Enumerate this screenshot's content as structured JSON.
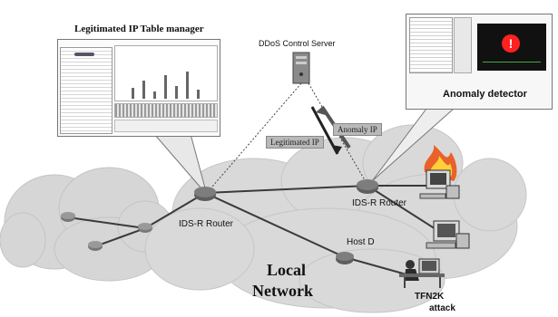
{
  "labels": {
    "table_manager_title": "Legitimated IP Table manager",
    "control_server": "DDoS Control Server",
    "anomaly_ip": "Anomaly IP",
    "legitimated_ip": "Legitimated IP",
    "anomaly_detector": "Anomaly detector",
    "router_left": "IDS-R Router",
    "router_right": "IDS-R Router",
    "host_d": "Host D",
    "network_line1": "Local",
    "network_line2": "Network",
    "attack_line1": "TFN2K",
    "attack_line2": "attack"
  },
  "icons": {
    "alert": "!",
    "server": "server-icon",
    "router": "router-icon",
    "pc": "computer-icon",
    "fire": "fire-icon",
    "attacker": "attacker-icon"
  },
  "colors": {
    "cloud": "#d9d9d9",
    "cloud_edge": "#bcbcbc",
    "router": "#6e6e6e",
    "line": "#3a3a3a",
    "tag_bg": "#b9b9b9",
    "alert_bg": "#ff1a1a"
  }
}
